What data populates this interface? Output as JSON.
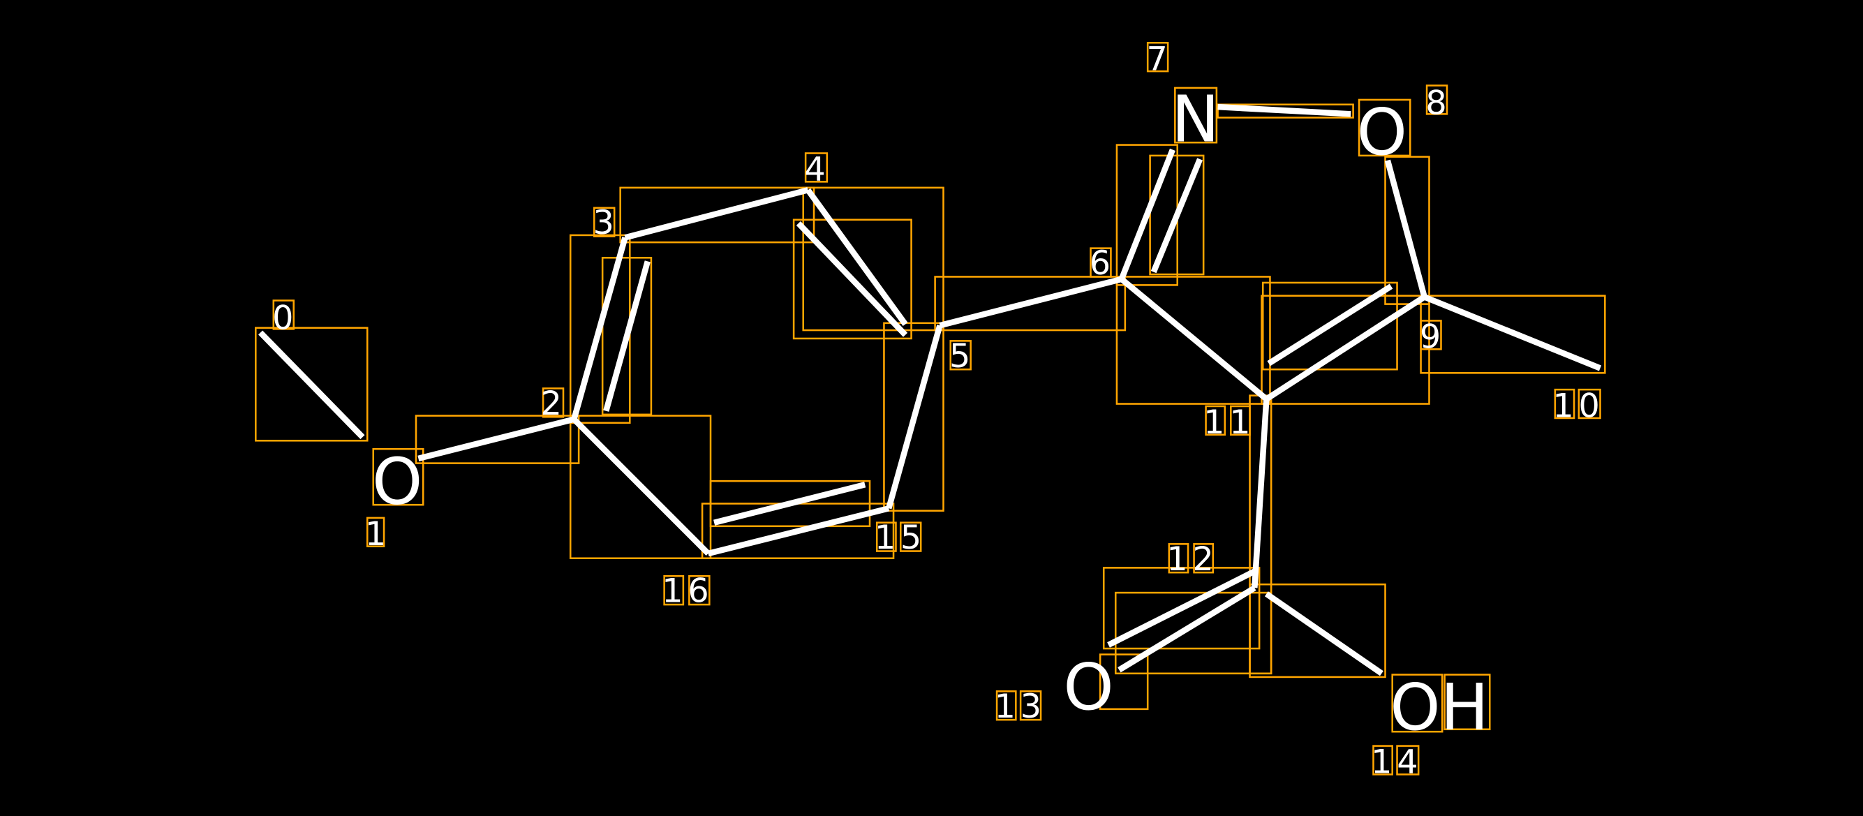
{
  "diagram": {
    "type": "molecule-annotation",
    "colors": {
      "background": "#000000",
      "bond": "#FFFFFF",
      "box": "#FFA500"
    },
    "atoms": [
      {
        "index": "0",
        "label": ""
      },
      {
        "index": "1",
        "label": "O"
      },
      {
        "index": "2",
        "label": ""
      },
      {
        "index": "3",
        "label": ""
      },
      {
        "index": "4",
        "label": ""
      },
      {
        "index": "5",
        "label": ""
      },
      {
        "index": "6",
        "label": ""
      },
      {
        "index": "7",
        "label": "N"
      },
      {
        "index": "8",
        "label": "O"
      },
      {
        "index": "9",
        "label": ""
      },
      {
        "index": "10",
        "label": ""
      },
      {
        "index": "11",
        "label": ""
      },
      {
        "index": "12",
        "label": ""
      },
      {
        "index": "13",
        "label": "O"
      },
      {
        "index": "14",
        "label": "OH"
      },
      {
        "index": "15",
        "label": ""
      },
      {
        "index": "16",
        "label": ""
      }
    ]
  }
}
